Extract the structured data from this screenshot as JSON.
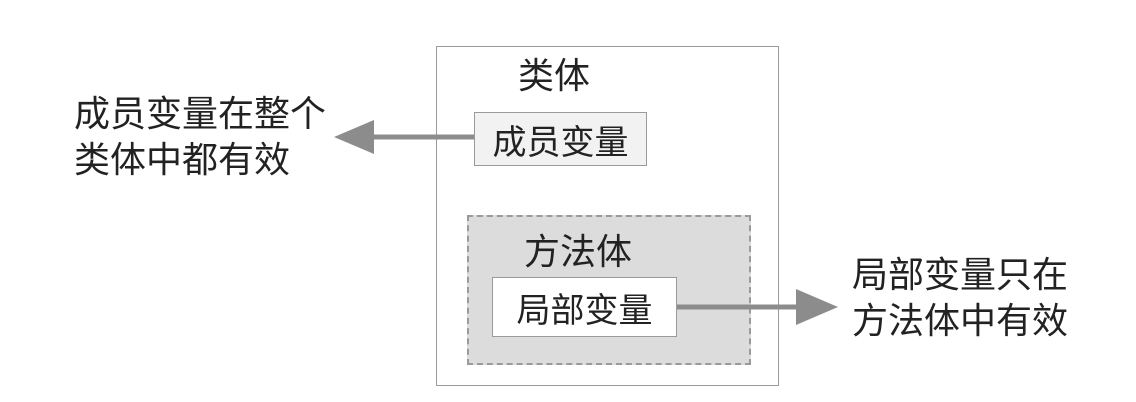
{
  "diagram": {
    "class_body": {
      "title": "类体"
    },
    "member_variable": {
      "label": "成员变量"
    },
    "method_body": {
      "title": "方法体"
    },
    "local_variable": {
      "label": "局部变量"
    },
    "member_scope_note": {
      "line1": "成员变量在整个",
      "line2": "类体中都有效"
    },
    "local_scope_note": {
      "line1": "局部变量只在",
      "line2": "方法体中有效"
    }
  }
}
